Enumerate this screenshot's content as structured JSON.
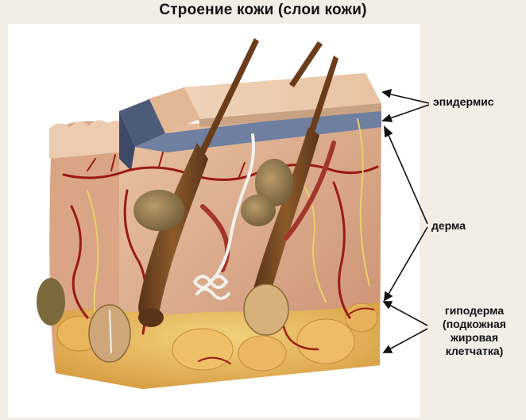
{
  "title": "Строение кожи (слои кожи)",
  "labels": {
    "epidermis": "эпидермис",
    "dermis": "дерма",
    "hypodermis_line1": "гиподерма",
    "hypodermis_line2": "(подкожная",
    "hypodermis_line3": "жировая",
    "hypodermis_line4": "клетчатка)"
  },
  "colors": {
    "page_background": "#f3ede6",
    "panel_background": "#ffffff",
    "skin_surface": "#e9c9a9",
    "dermis": "#d9a483",
    "fat": "#e6b85a",
    "blood_vessel": "#9a1b12",
    "nerve": "#e8cf6a",
    "hair": "#7a4a22",
    "epidermis_blue": "#4d5b7a"
  }
}
